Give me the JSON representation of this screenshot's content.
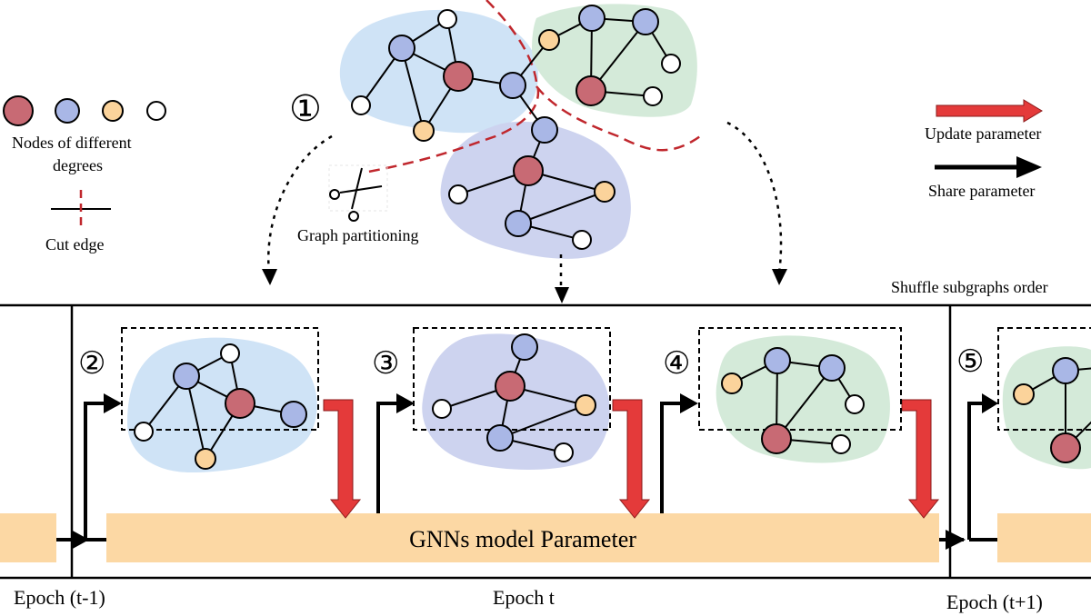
{
  "legend": {
    "nodes_label_line1": "Nodes of different",
    "nodes_label_line2": "degrees",
    "cut_edge_label": "Cut edge",
    "update_label": "Update parameter",
    "share_label": "Share parameter"
  },
  "steps": {
    "partition_marker": "①",
    "partition_label": "Graph partitioning",
    "step2": "②",
    "step3": "③",
    "step4": "④",
    "step5": "⑤"
  },
  "timeline": {
    "shuffle_label": "Shuffle subgraphs order",
    "param_label": "GNNs model Parameter",
    "epoch_prev": "Epoch (t-1)",
    "epoch_curr": "Epoch t",
    "epoch_next": "Epoch (t+1)"
  },
  "colors": {
    "blob_blue": "#cfe3f6",
    "blob_purple": "#cdd3ef",
    "blob_green": "#d4ead9",
    "node_red": "#c86a74",
    "node_blue": "#a9b7e6",
    "node_orange": "#fbd39b",
    "node_white": "#ffffff",
    "param_bar": "#fcd8a4",
    "cut_red": "#c0272d",
    "update_arrow": "#e43a3a"
  }
}
